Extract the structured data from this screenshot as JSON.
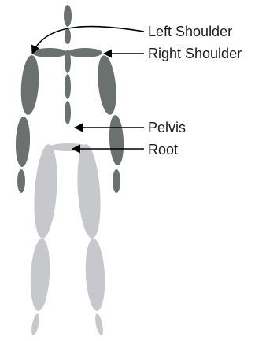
{
  "labels": {
    "left_shoulder": "Left Shoulder",
    "right_shoulder": "Right Shoulder",
    "pelvis": "Pelvis",
    "root": "Root"
  },
  "colors": {
    "upper_body": "#6b7070",
    "lower_body": "#c6c8cb",
    "arrow": "#000000",
    "text": "#1a1a1a"
  }
}
